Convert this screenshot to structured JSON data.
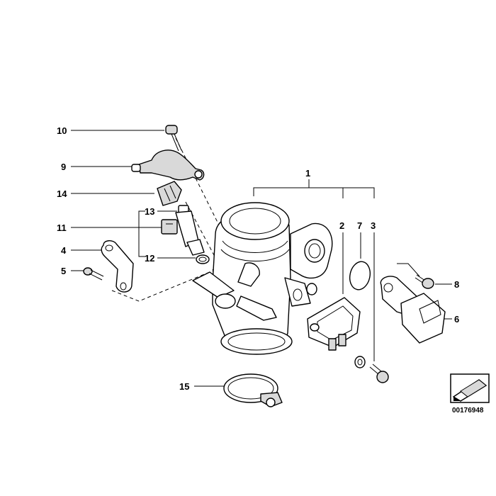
{
  "callouts": {
    "c1": "1",
    "c2": "2",
    "c3": "3",
    "c4": "4",
    "c5": "5",
    "c6": "6",
    "c7": "7",
    "c8": "8",
    "c9": "9",
    "c10": "10",
    "c11": "11",
    "c12": "12",
    "c13": "13",
    "c14": "14",
    "c15": "15"
  },
  "document_number": "00176948",
  "icon": "arrow-badge-icon"
}
